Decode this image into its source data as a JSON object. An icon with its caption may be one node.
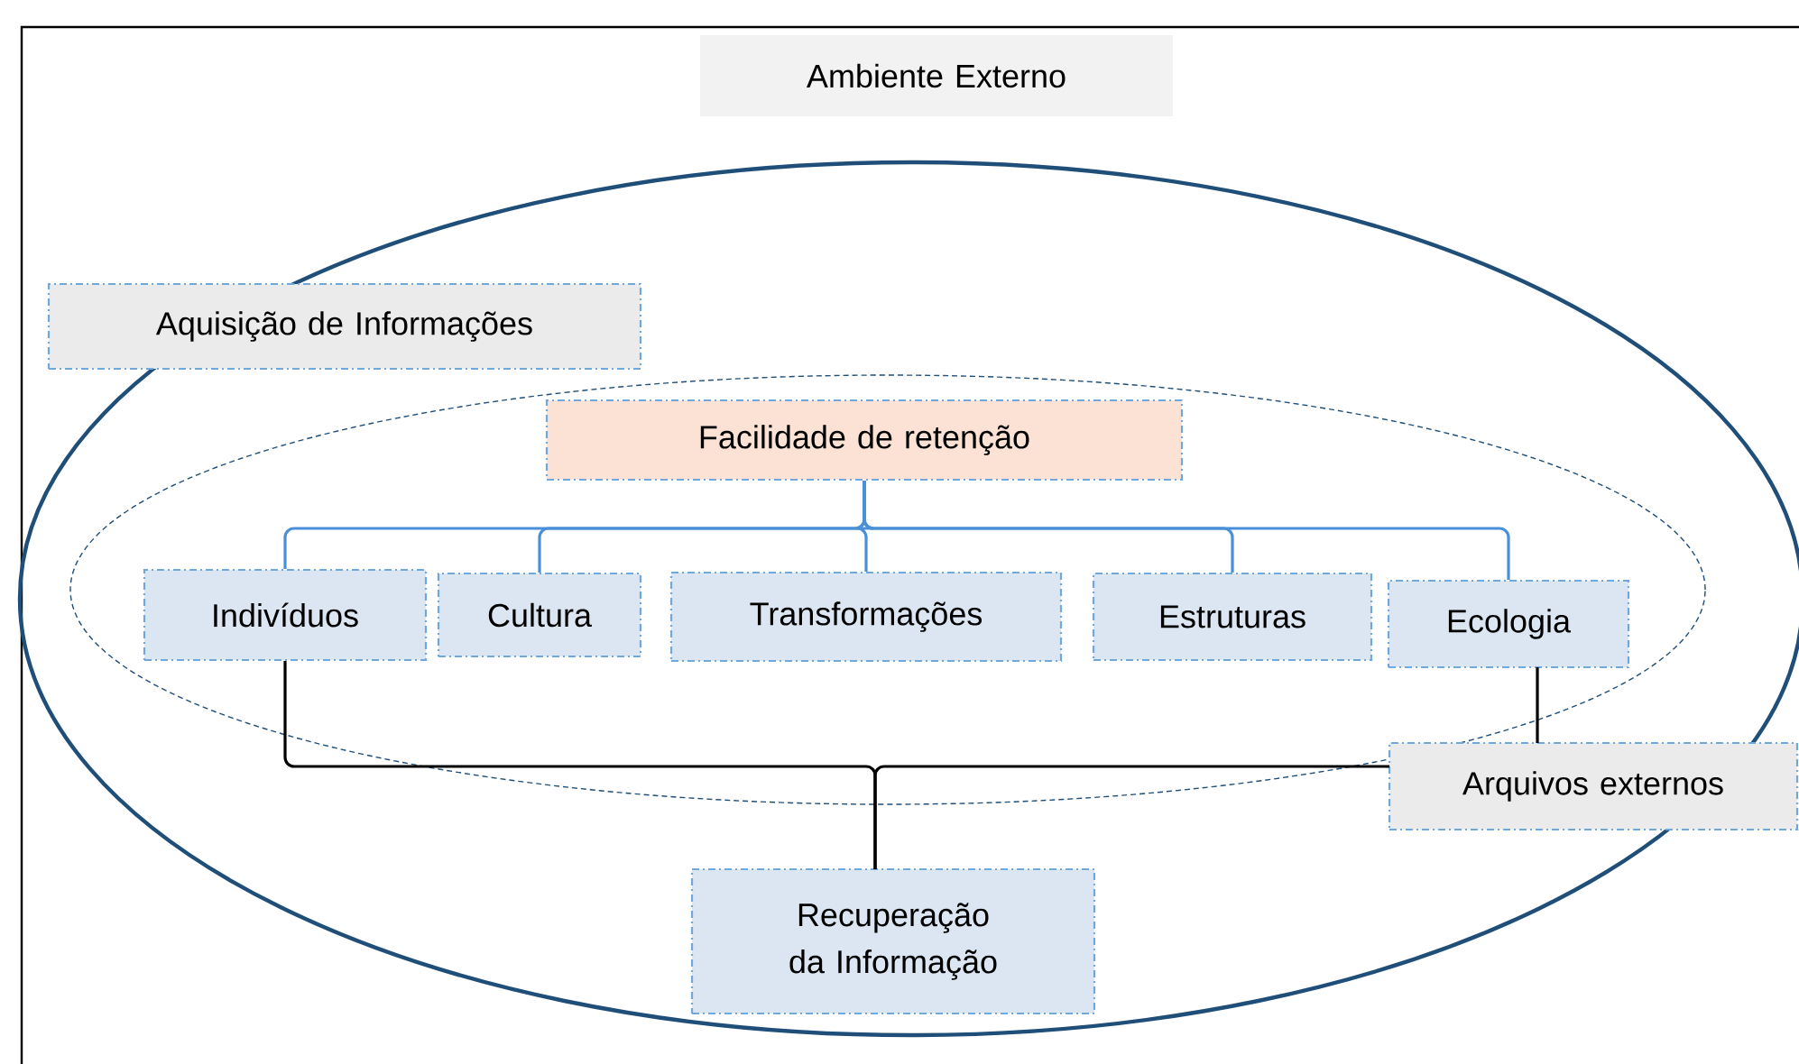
{
  "diagram": {
    "nodes": [
      {
        "text": [
          "Ambiente Externo"
        ]
      },
      {
        "text": [],
        "shape": "ellipse"
      },
      {
        "text": [
          "Aquisição de Informações"
        ],
        "in": 1
      },
      {
        "text": [],
        "shape": "ellipse",
        "in": 1
      },
      {
        "text": [
          "Facilidade de retenção"
        ],
        "in": 3
      },
      {
        "text": [
          "Indivíduos"
        ],
        "in": 3
      },
      {
        "text": [
          "Cultura"
        ],
        "in": 3
      },
      {
        "text": [
          "Transformações"
        ],
        "in": 3
      },
      {
        "text": [
          "Estruturas"
        ],
        "in": 3
      },
      {
        "text": [
          "Ecologia"
        ],
        "in": 3
      },
      {
        "text": [
          "Arquivos externos"
        ],
        "in": 1
      },
      {
        "text": [
          "Recuperação da Informação"
        ],
        "in": 1
      }
    ],
    "edges": [
      {
        "from": 4,
        "to": 5,
        "arrow": "none"
      },
      {
        "from": 4,
        "to": 6,
        "arrow": "none"
      },
      {
        "from": 4,
        "to": 7,
        "arrow": "none"
      },
      {
        "from": 4,
        "to": 8,
        "arrow": "none"
      },
      {
        "from": 4,
        "to": 9,
        "arrow": "none"
      },
      {
        "from": 5,
        "to": 11,
        "arrow": "none",
        "color": "#000000"
      },
      {
        "from": 10,
        "to": 11,
        "arrow": "none",
        "color": "#000000"
      },
      {
        "from": 9,
        "to": 10,
        "arrow": "none",
        "color": "#000000"
      }
    ]
  }
}
